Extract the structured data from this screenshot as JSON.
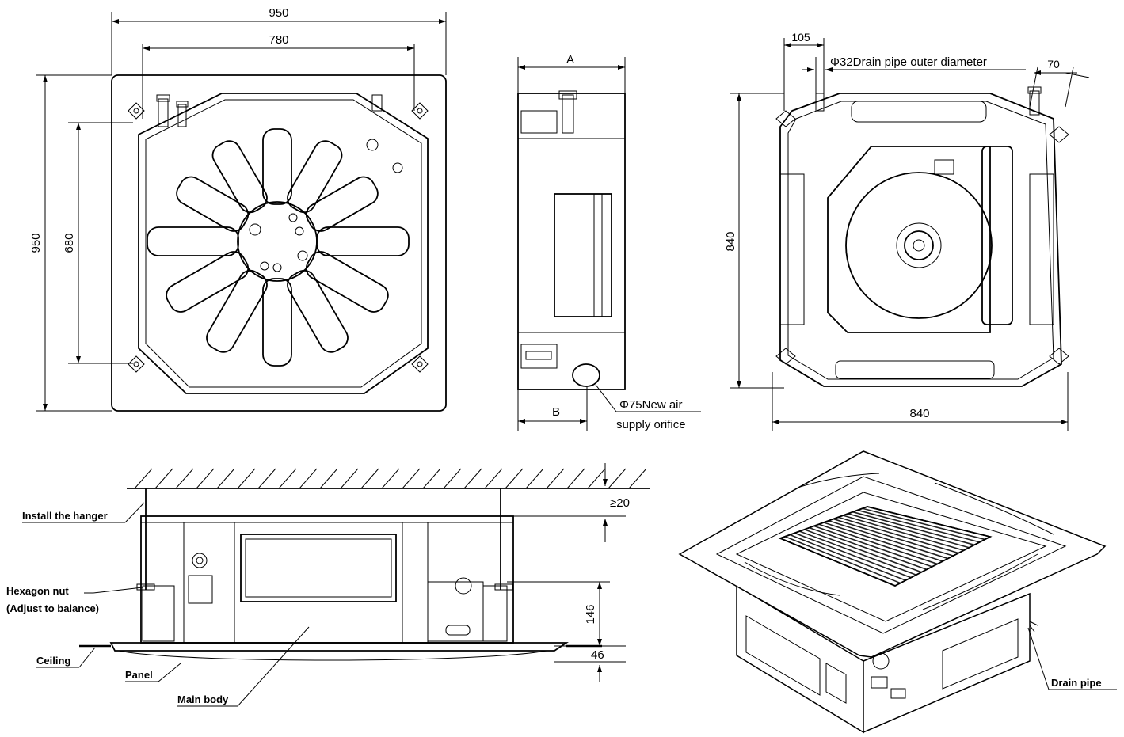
{
  "dimensions": {
    "top_view_width": "950",
    "top_view_inner_width": "780",
    "top_view_height": "950",
    "top_view_inner_height": "680",
    "side_view_a": "A",
    "side_view_b": "B",
    "air_supply_label_line1": "Φ75New air",
    "air_supply_label_line2": "supply orifice",
    "right_view_offset": "105",
    "drain_pipe_note": "Φ32Drain pipe outer diameter",
    "right_view_corner": "70",
    "right_view_height": "840",
    "right_view_width": "840",
    "clearance_top": "≥20",
    "install_height": "146",
    "panel_thickness": "46"
  },
  "labels": {
    "install_hanger": "Install the hanger",
    "hexagon_nut": "Hexagon nut",
    "hexagon_nut_note": "(Adjust to balance)",
    "ceiling": "Ceiling",
    "panel": "Panel",
    "main_body": "Main body",
    "drain_pipe": "Drain pipe"
  }
}
